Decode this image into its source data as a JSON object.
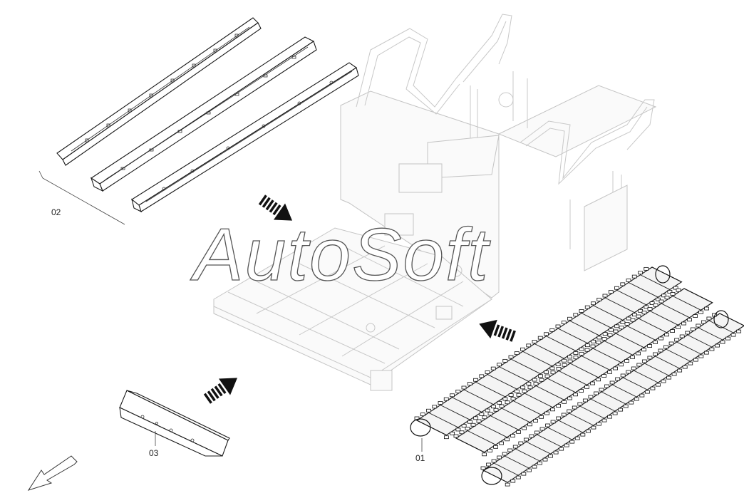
{
  "watermark": {
    "text": "AutoSoft"
  },
  "callouts": [
    {
      "id": "01",
      "label": "01",
      "part": "track-conveyor-chain"
    },
    {
      "id": "02",
      "label": "02",
      "part": "side-rails-set"
    },
    {
      "id": "03",
      "label": "03",
      "part": "end-plate"
    }
  ],
  "arrows": [
    {
      "name": "arrow-rails-to-frame",
      "direction": "down-right"
    },
    {
      "name": "arrow-plate-to-frame",
      "direction": "up-right"
    },
    {
      "name": "arrow-chain-to-frame",
      "direction": "up-left"
    },
    {
      "name": "arrow-front-orientation",
      "direction": "down-left"
    }
  ],
  "colors": {
    "line": "#1a1a1a",
    "ghost": "#c8c8c8",
    "background": "#ffffff"
  }
}
